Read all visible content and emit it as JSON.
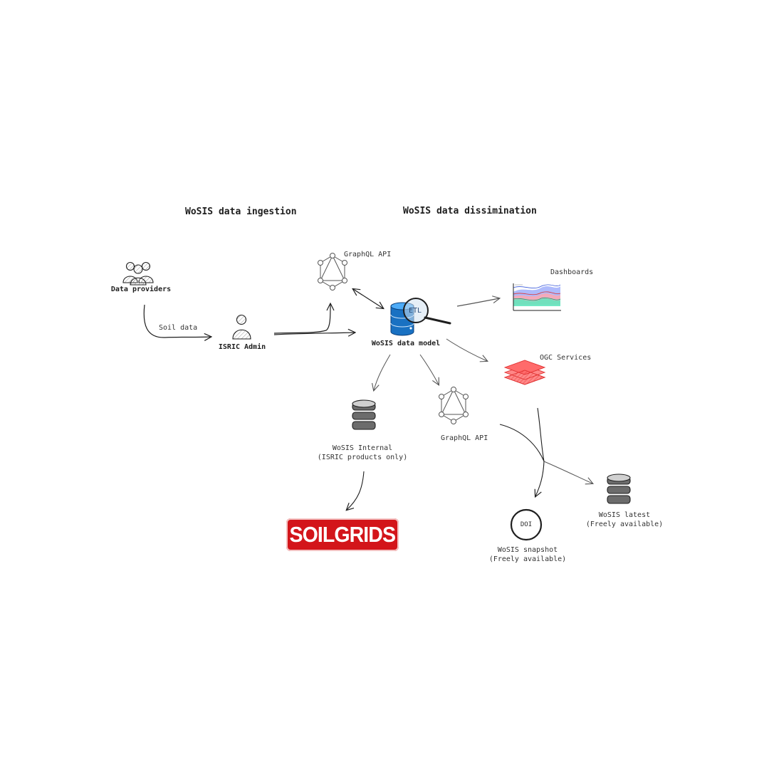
{
  "headings": {
    "ingestion": "WoSIS data ingestion",
    "dissemination": "WoSIS data dissimination"
  },
  "labels": {
    "data_providers": "Data providers",
    "soil_data": "Soil data",
    "isric_admin": "ISRIC Admin",
    "graphql_api_top": "GraphQL API",
    "wosis_data_model": "WoSIS data model",
    "etl": "ETL",
    "dashboards": "Dashboards",
    "ogc_services": "OGC Services",
    "wosis_internal": "WoSIS Internal\n(ISRIC products only)",
    "graphql_api_bottom": "GraphQL API",
    "doi": "DOI",
    "wosis_snapshot": "WoSIS snapshot\n(Freely available)",
    "wosis_latest": "WoSIS latest\n(Freely available)",
    "soilgrids_logo": "SOILGRIDS"
  },
  "colors": {
    "stroke": "#1e1e1e",
    "database_blue": "#1971c2",
    "ogc_red": "#ff6b6b",
    "logo_red": "#d3151a",
    "dash_blue": "#a5b4fc",
    "dash_pink": "#f9a8b4",
    "dash_teal": "#63e6be"
  },
  "icons": [
    "user-group-icon",
    "user-icon",
    "graphql-icon",
    "database-icon",
    "magnifier-icon",
    "chart-icon",
    "layers-icon",
    "disk-stack-icon",
    "doi-circle-icon"
  ]
}
